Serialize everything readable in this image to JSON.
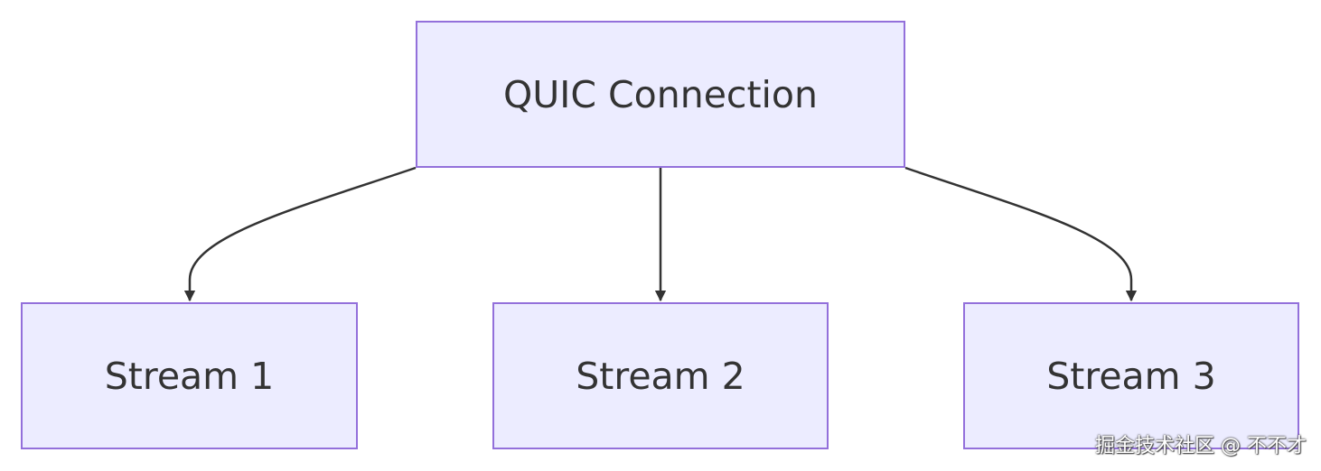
{
  "diagram": {
    "root": {
      "label": "QUIC Connection"
    },
    "children": [
      {
        "label": "Stream 1"
      },
      {
        "label": "Stream 2"
      },
      {
        "label": "Stream 3"
      }
    ]
  },
  "watermark": "掘金技术社区 @ 不不才",
  "colors": {
    "node_fill": "#ECECFF",
    "node_border": "#9370DB",
    "text": "#333333",
    "edge": "#333333"
  }
}
